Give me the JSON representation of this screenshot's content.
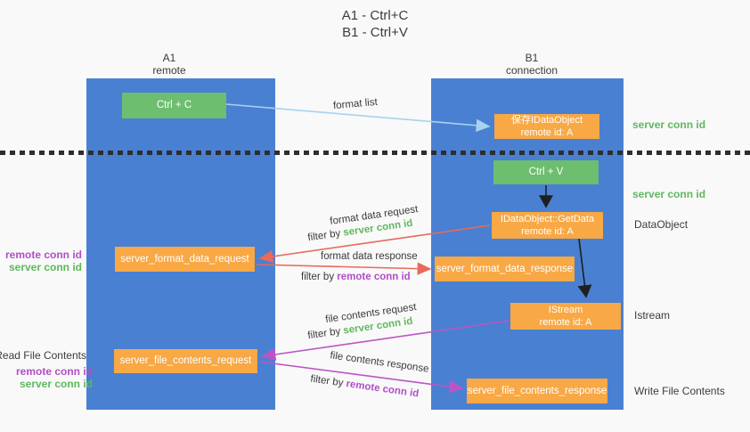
{
  "title": {
    "line1": "A1 - Ctrl+C",
    "line2": "B1 - Ctrl+V"
  },
  "lanes": {
    "left": {
      "name": "A1",
      "role": "remote"
    },
    "right": {
      "name": "B1",
      "role": "connection"
    }
  },
  "nodes": {
    "ctrl_c": {
      "label": "Ctrl + C"
    },
    "save_dataobject": {
      "line1": "保存IDataObject",
      "line2": "remote id: A"
    },
    "ctrl_v": {
      "label": "Ctrl + V"
    },
    "getdata": {
      "line1": "IDataObject::GetData",
      "line2": "remote id: A"
    },
    "format_request": {
      "label": "server_format_data_request"
    },
    "format_response": {
      "label": "server_format_data_response"
    },
    "istream": {
      "line1": "IStream",
      "line2": "remote id: A"
    },
    "file_request": {
      "label": "server_file_contents_request"
    },
    "file_response": {
      "label": "server_file_contents_response"
    }
  },
  "annotations": {
    "server_conn_id_top": "server conn id",
    "server_conn_id_mid": "server conn id",
    "dataobject": "DataObject",
    "istream": "Istream",
    "write_file": "Write File Contents",
    "read_file": "Read File Contents",
    "remote_conn_id_1": "remote conn id",
    "server_conn_id_1": "server conn id",
    "remote_conn_id_2": "remote conn id",
    "server_conn_id_2": "server conn id"
  },
  "flows": {
    "format_list": "format list",
    "format_data_request": "format data request",
    "format_data_response": "format data response",
    "file_contents_request": "file contents request",
    "file_contents_response": "file contents response",
    "filter_by": "filter by",
    "filter_server": "server conn id",
    "filter_remote": "remote conn id"
  },
  "colors": {
    "lane_blue": "#4a80d2",
    "node_orange": "#f8a844",
    "node_green": "#6dbe6f",
    "arrow_lightblue": "#a8d2ee",
    "arrow_black": "#1f1f1f",
    "arrow_red": "#e76a5c",
    "arrow_magenta": "#bb55c6",
    "text_green": "#5eb85e",
    "text_magenta": "#b14ec6",
    "text_dark": "#3c3c3c"
  }
}
